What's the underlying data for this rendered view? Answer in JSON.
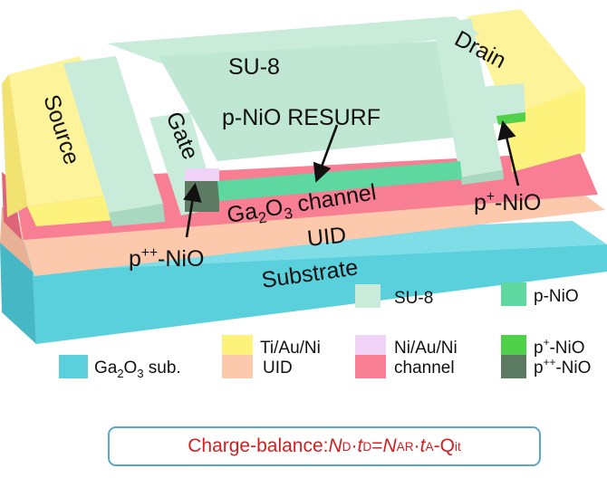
{
  "labels": {
    "su8": "SU-8",
    "drain": "Drain",
    "source": "Source",
    "gate": "Gate",
    "resurf": "p-NiO RESURF",
    "channel_base": "Ga",
    "channel_sub2": "2",
    "channel_mid": "O",
    "channel_sub3": "3",
    "channel_tail": " channel",
    "pplus_base": "p",
    "pplus_sup": "+",
    "pplus_tail": "-NiO",
    "uid": "UID",
    "ppp_base": "p",
    "ppp_sup": "++",
    "ppp_tail": "-NiO",
    "substrate": "Substrate"
  },
  "legend": {
    "su8": "SU-8",
    "pnio": "p-NiO",
    "tiauni": "Ti/Au/Ni",
    "niauni": "Ni/Au/Ni",
    "pplus_base": "p",
    "pplus_sup": "+",
    "pplus_tail": "-NiO",
    "gaosub_a": "Ga",
    "gaosub_2": "2",
    "gaosub_b": "O",
    "gaosub_3": "3",
    "gaosub_c": " sub.",
    "uid": "UID",
    "channel": "channel",
    "ppp_base": "p",
    "ppp_sup": "++",
    "ppp_tail": "-NiO"
  },
  "formula": {
    "prefix": "Charge-balance: ",
    "nd": "N",
    "nd_sub": "D",
    "dot1": "·",
    "td": "t",
    "td_sub": "D",
    "eq": "= ",
    "na": "N",
    "na_sub": "A",
    "na_sup": "R",
    "dot2": "·",
    "ta": "t",
    "ta_sub": "A",
    "minus": "-Q",
    "q_sub": "it"
  },
  "colors": {
    "su8": "#c8ecd9",
    "pnio": "#5ed8a0",
    "tiauni": "#fcf27c",
    "niauni": "#f1d2f7",
    "pplus": "#4fd14a",
    "gaosub": "#5ad0dc",
    "uid": "#fdc9ad",
    "channel": "#f77e93",
    "ppp": "#5d7a62",
    "formula_text": "#d42020",
    "formula_border": "#5aa7c8"
  }
}
